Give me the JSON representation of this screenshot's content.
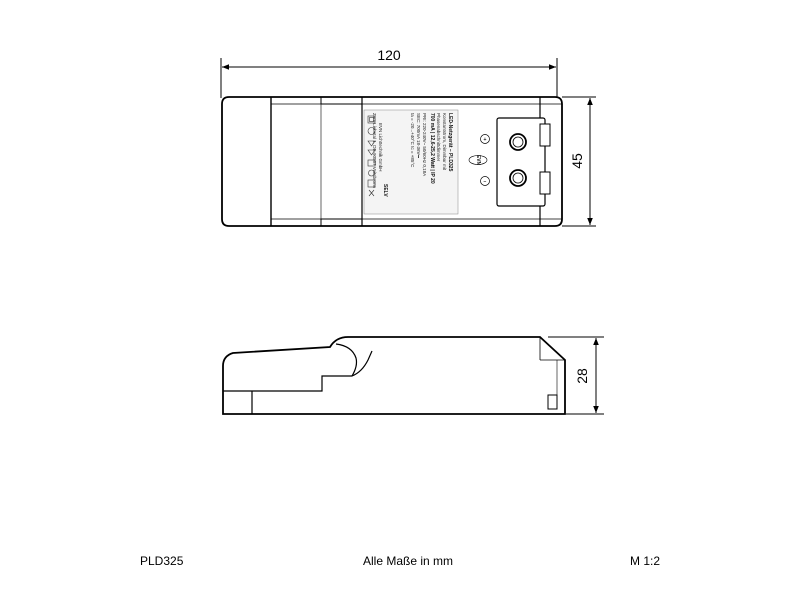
{
  "dimensions": {
    "length": "120",
    "width": "45",
    "height": "28"
  },
  "label": {
    "title": "LED-Netzgerät – PLD325",
    "line1": "Konstantstrom, Dimmbar mit",
    "line2": "Phasenabschnittdimmer",
    "line3": "700 mA | 12,6-25,2 Watt | IP 20",
    "pri": "PRI: 220-240V~  50/60Hz  0,18A",
    "sec": "SEC: 700mA      18-36V⎓",
    "temps": "ta = -20...+40°C   tc = +85°C",
    "selv": "SELV",
    "company1": "EVN Lichttechnik GmbH",
    "company2": "Zum Liebetal 1, DE-90587 Veitsbronn",
    "plus": "+",
    "minus": "−",
    "logo": "EVN"
  },
  "footer": {
    "model": "PLD325",
    "units": "Alle Maße in mm",
    "scale": "M 1:2"
  }
}
